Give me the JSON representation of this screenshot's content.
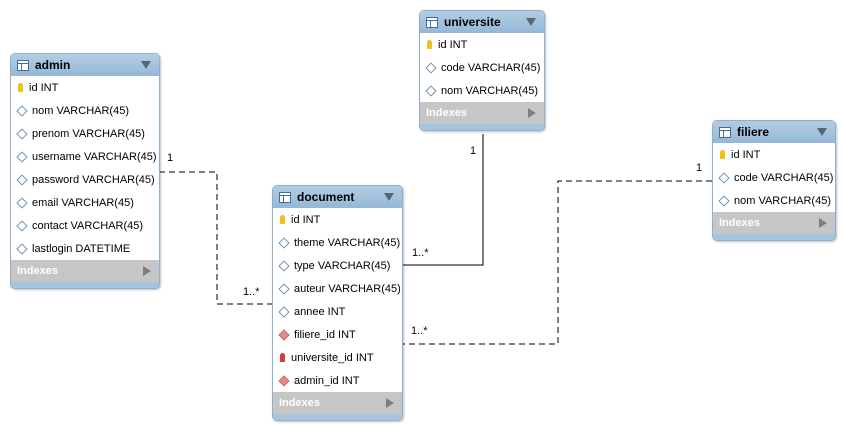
{
  "tables": {
    "admin": {
      "name": "admin",
      "fields": [
        {
          "label": "id INT",
          "icon": "pk"
        },
        {
          "label": "nom VARCHAR(45)",
          "icon": "column"
        },
        {
          "label": "prenom VARCHAR(45)",
          "icon": "column"
        },
        {
          "label": "username VARCHAR(45)",
          "icon": "column"
        },
        {
          "label": "password VARCHAR(45)",
          "icon": "column"
        },
        {
          "label": "email VARCHAR(45)",
          "icon": "column"
        },
        {
          "label": "contact VARCHAR(45)",
          "icon": "column"
        },
        {
          "label": "lastlogin DATETIME",
          "icon": "column"
        }
      ],
      "indexes_label": "Indexes"
    },
    "universite": {
      "name": "universite",
      "fields": [
        {
          "label": "id INT",
          "icon": "pk"
        },
        {
          "label": "code VARCHAR(45)",
          "icon": "column"
        },
        {
          "label": "nom VARCHAR(45)",
          "icon": "column"
        }
      ],
      "indexes_label": "Indexes"
    },
    "document": {
      "name": "document",
      "fields": [
        {
          "label": "id INT",
          "icon": "pk"
        },
        {
          "label": "theme VARCHAR(45)",
          "icon": "column"
        },
        {
          "label": "type VARCHAR(45)",
          "icon": "column"
        },
        {
          "label": "auteur VARCHAR(45)",
          "icon": "column"
        },
        {
          "label": "annee INT",
          "icon": "column"
        },
        {
          "label": "filiere_id INT",
          "icon": "fk"
        },
        {
          "label": "universite_id INT",
          "icon": "pkfk"
        },
        {
          "label": "admin_id INT",
          "icon": "fk"
        }
      ],
      "indexes_label": "Indexes"
    },
    "filiere": {
      "name": "filiere",
      "fields": [
        {
          "label": "id INT",
          "icon": "pk"
        },
        {
          "label": "code VARCHAR(45)",
          "icon": "column"
        },
        {
          "label": "nom VARCHAR(45)",
          "icon": "column"
        }
      ],
      "indexes_label": "Indexes"
    }
  },
  "relationships": {
    "admin_document": {
      "one": "1",
      "many": "1..*"
    },
    "universite_document": {
      "one": "1",
      "many": "1..*"
    },
    "filiere_document": {
      "one": "1",
      "many": "1..*"
    }
  },
  "colors": {
    "header": "#a6c4dd",
    "border": "#8fb0cd",
    "indexes_bar": "#c6c6c6",
    "pk": "#f0c020",
    "fk": "#e38989"
  }
}
